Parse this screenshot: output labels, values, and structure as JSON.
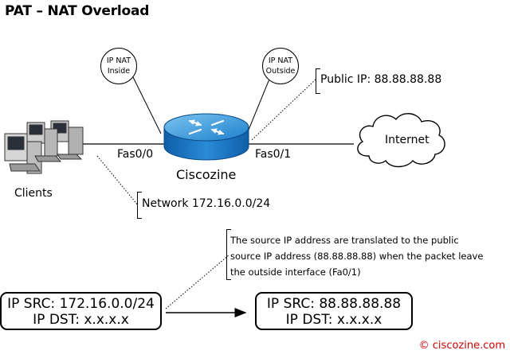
{
  "title": "PAT – NAT Overload",
  "bubbles": {
    "inside": {
      "line1": "IP NAT",
      "line2": "Inside"
    },
    "outside": {
      "line1": "IP NAT",
      "line2": "Outside"
    }
  },
  "labels": {
    "public_ip": "Public IP: 88.88.88.88",
    "internet": "Internet",
    "fas00": "Fas0/0",
    "fas01": "Fas0/1",
    "router": "Ciscozine",
    "clients": "Clients",
    "network": "Network 172.16.0.0/24"
  },
  "note": {
    "line1": "The source IP address are translated to the public",
    "line2": "source IP address (88.88.88.88) when the packet leave",
    "line3": "the outside interface (Fa0/1)"
  },
  "packet_before": {
    "src": "IP SRC: 172.16.0.0/24",
    "dst": "IP DST: x.x.x.x"
  },
  "packet_after": {
    "src": "IP SRC: 88.88.88.88",
    "dst": "IP DST: x.x.x.x"
  },
  "copyright": "© ciscozine.com",
  "icons": {
    "router": "router-icon",
    "cloud": "internet-cloud-icon",
    "clients": "client-computers-icon"
  },
  "colors": {
    "router_blue": "#1878c8",
    "copyright_red": "#d00000"
  }
}
